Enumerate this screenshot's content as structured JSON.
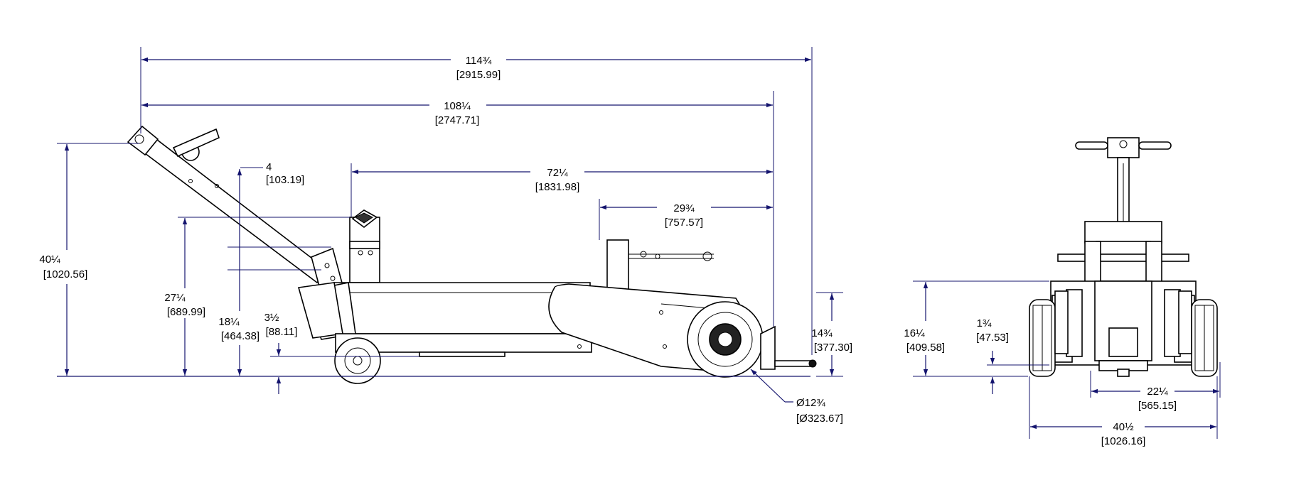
{
  "side_view": {
    "overall_length": {
      "frac": "114¾",
      "metric": "[2915.99]"
    },
    "length_to_wheel": {
      "frac": "108¼",
      "metric": "[2747.71]"
    },
    "saddle_to_wheel": {
      "frac": "72¼",
      "metric": "[1831.98]"
    },
    "tow_to_wheel": {
      "frac": "29¾",
      "metric": "[757.57]"
    },
    "handle_offset": {
      "frac": "4",
      "metric": "[103.19]"
    },
    "handle_height": {
      "frac": "40¼",
      "metric": "[1020.56]"
    },
    "saddle_height": {
      "frac": "27¼",
      "metric": "[689.99]"
    },
    "low_height": {
      "frac": "18¼",
      "metric": "[464.38]"
    },
    "frame_clearance": {
      "frac": "3½",
      "metric": "[88.11]"
    },
    "front_height": {
      "frac": "14¾",
      "metric": "[377.30]"
    },
    "wheel_diameter": {
      "frac": "Ø12¾",
      "metric": "[Ø323.67]"
    }
  },
  "front_view": {
    "height": {
      "frac": "16¼",
      "metric": "[409.58]"
    },
    "clearance": {
      "frac": "1¾",
      "metric": "[47.53]"
    },
    "inner_width": {
      "frac": "22¼",
      "metric": "[565.15]"
    },
    "overall_width": {
      "frac": "40½",
      "metric": "[1026.16]"
    }
  },
  "colors": {
    "dimension_line": "#14146e",
    "part_outline": "#000000"
  }
}
